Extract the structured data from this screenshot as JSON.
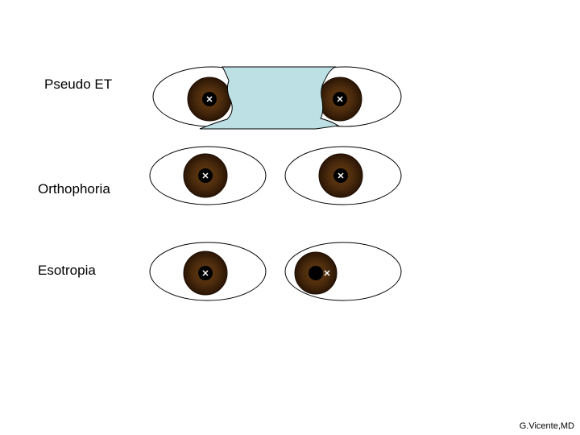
{
  "rows": [
    {
      "label": "Pseudo ET"
    },
    {
      "label": "Orthophoria"
    },
    {
      "label": "Esotropia"
    }
  ],
  "credit": "G.Vicente,MD",
  "colors": {
    "iris": "#4a2a0c",
    "iris_rim": "#1f0f03",
    "pupil": "#000000",
    "epicanthal_fold": "#bde0e4",
    "sclera": "#ffffff",
    "outline": "#000000"
  }
}
